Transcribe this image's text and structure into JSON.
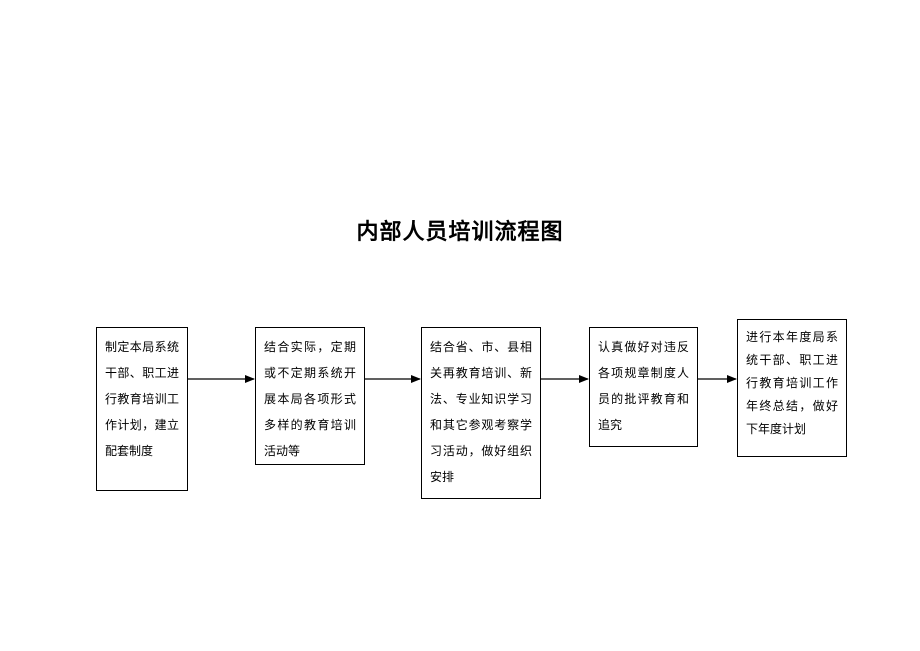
{
  "title": "内部人员培训流程图",
  "steps": [
    {
      "text": "制定本局系统干部、职工进行教育培训工作计划，建立配套制度"
    },
    {
      "text": "结合实际，定期或不定期系统开展本局各项形式多样的教育培训活动等"
    },
    {
      "text": "结合省、市、县相关再教育培训、新法、专业知识学习和其它参观考察学习活动，做好组织安排"
    },
    {
      "text": "认真做好对违反各项规章制度人员的批评教育和追究"
    },
    {
      "text": "进行本年度局系统干部、职工进行教育培训工作年终总结，做好下年度计划"
    }
  ]
}
